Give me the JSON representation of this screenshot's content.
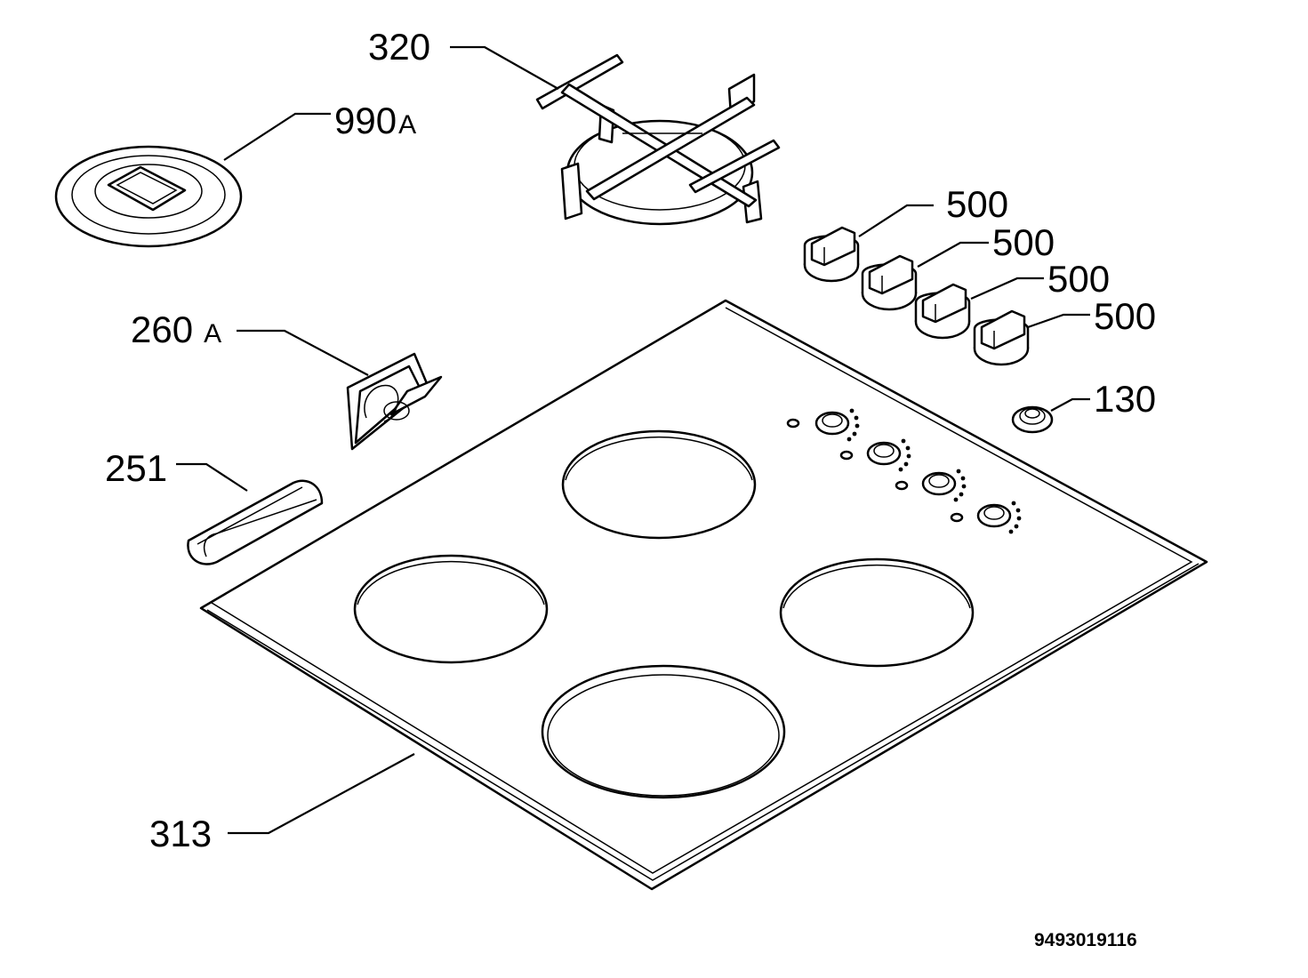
{
  "diagram": {
    "callouts": {
      "grate": "320",
      "cover_num": "990",
      "cover_suffix": "A",
      "bracket_num": "260",
      "bracket_suffix": "A",
      "clip": "251",
      "knob_1": "500",
      "knob_2": "500",
      "knob_3": "500",
      "knob_4": "500",
      "bezel": "130",
      "hob_top": "313"
    },
    "document_number": "9493019116"
  }
}
